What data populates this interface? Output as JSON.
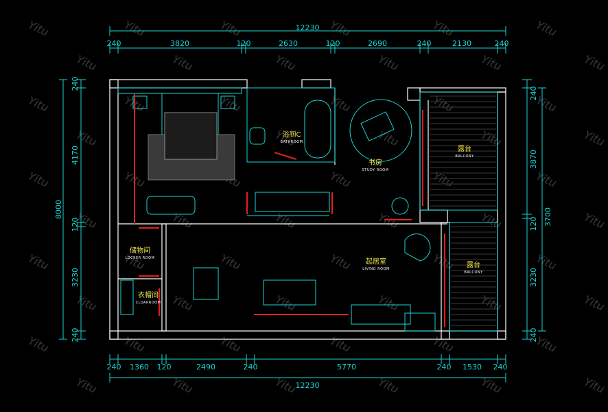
{
  "watermark": "Yitu",
  "dims": {
    "top_total": "12230",
    "top": [
      "240",
      "3820",
      "120",
      "2630",
      "120",
      "2690",
      "240",
      "2130",
      "240"
    ],
    "bottom": [
      "240",
      "1360",
      "120",
      "2490",
      "240",
      "5770",
      "240",
      "1530",
      "240"
    ],
    "bottom_total": "12230",
    "left_total": "8000",
    "left": [
      "240",
      "4170",
      "120",
      "3230",
      "240"
    ],
    "right_a": [
      "240",
      "3870",
      "120",
      "3230",
      "240"
    ],
    "right_b": "3700"
  },
  "rooms": {
    "bath": {
      "name": "浴厕C",
      "sub": "BATHROOM"
    },
    "study": {
      "name": "书房",
      "sub": "STUDY ROOM"
    },
    "balcony_top": {
      "name": "露台",
      "sub": "BALCONY"
    },
    "balcony_bottom": {
      "name": "露台",
      "sub": "BALCONY"
    },
    "storage": {
      "name": "储物间",
      "sub": "LOCKER ROOM"
    },
    "cloak": {
      "name": "衣帽间",
      "sub": "CLOAKROOM"
    },
    "living": {
      "name": "起居室",
      "sub": "LIVING ROOM"
    }
  },
  "colors": {
    "dimension": "#19d6d6",
    "wall": "#ffffff",
    "accent_red": "#e02020",
    "room_label": "#f2e64b"
  }
}
